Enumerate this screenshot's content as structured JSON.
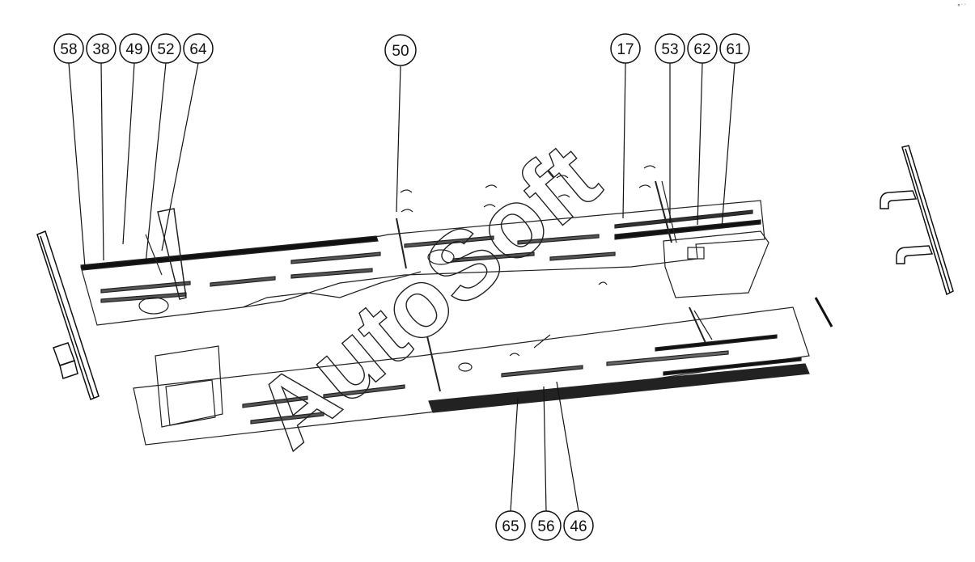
{
  "diagram": {
    "callouts_top_left": [
      "58",
      "38",
      "49",
      "52",
      "64"
    ],
    "callout_top_center": "50",
    "callouts_top_right": [
      "17",
      "53",
      "62",
      "61"
    ],
    "callouts_bottom": [
      "65",
      "56",
      "46"
    ]
  },
  "watermark": {
    "text": "AutoSoft"
  },
  "corner_mark": "°˙˙"
}
